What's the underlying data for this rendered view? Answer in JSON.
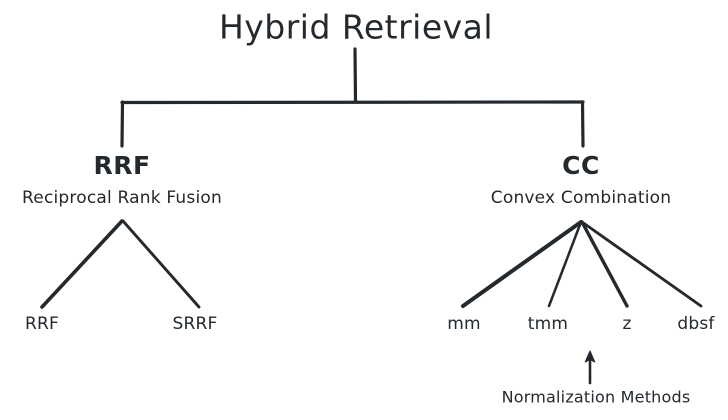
{
  "diagram": {
    "type": "hierarchy-tree",
    "style": "hand-drawn",
    "background_color": "#ffffff",
    "ink_color": "#24292e",
    "root": {
      "id": "hybrid-retrieval",
      "label": "Hybrid Retrieval"
    },
    "branches": [
      {
        "id": "rrf",
        "label": "RRF",
        "sublabel": "Reciprocal Rank Fusion",
        "children": [
          {
            "id": "rrf-leaf",
            "label": "RRF"
          },
          {
            "id": "srrf-leaf",
            "label": "SRRF"
          }
        ]
      },
      {
        "id": "cc",
        "label": "CC",
        "sublabel": "Convex Combination",
        "children": [
          {
            "id": "mm-leaf",
            "label": "mm"
          },
          {
            "id": "tmm-leaf",
            "label": "tmm"
          },
          {
            "id": "z-leaf",
            "label": "z"
          },
          {
            "id": "dbsf-leaf",
            "label": "dbsf"
          }
        ]
      }
    ],
    "annotations": [
      {
        "id": "normalization-methods",
        "label": "Normalization Methods",
        "points_to": "cc-children",
        "arrow": "up-arrow-icon"
      }
    ]
  }
}
